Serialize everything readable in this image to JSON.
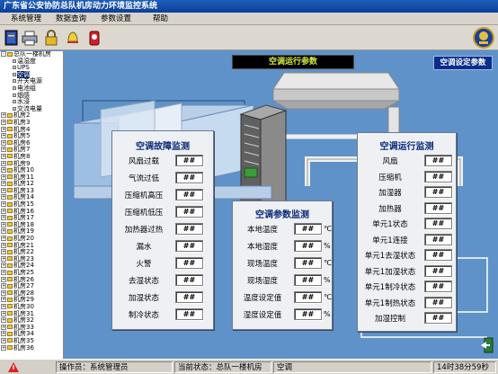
{
  "window": {
    "title": "广东省公安协防总队机房动力环境监控系统"
  },
  "menu": [
    "系统管理",
    "数据查询",
    "参数设置",
    "帮助"
  ],
  "toolbar": [
    {
      "name": "book-icon"
    },
    {
      "name": "printer-icon"
    },
    {
      "name": "lock-icon"
    },
    {
      "name": "alarm-bell-icon"
    },
    {
      "name": "power-icon"
    }
  ],
  "tree": [
    {
      "label": "总队一楼机房",
      "indent": 0,
      "exp": "-",
      "icon": "folder"
    },
    {
      "label": "温湿度",
      "indent": 1,
      "icon": "doc"
    },
    {
      "label": "UPS",
      "indent": 1,
      "icon": "doc"
    },
    {
      "label": "空调",
      "indent": 1,
      "icon": "doc",
      "selected": true
    },
    {
      "label": "开关电源",
      "indent": 1,
      "icon": "doc"
    },
    {
      "label": "电池组",
      "indent": 1,
      "icon": "doc"
    },
    {
      "label": "烟感",
      "indent": 1,
      "icon": "doc"
    },
    {
      "label": "水浸",
      "indent": 1,
      "icon": "doc"
    },
    {
      "label": "交流电量",
      "indent": 1,
      "icon": "doc"
    },
    {
      "label": "机房2",
      "indent": 0,
      "exp": "+",
      "icon": "folder"
    },
    {
      "label": "机房3",
      "indent": 0,
      "exp": "+",
      "icon": "folder"
    },
    {
      "label": "机房4",
      "indent": 0,
      "exp": "+",
      "icon": "folder"
    },
    {
      "label": "机房5",
      "indent": 0,
      "exp": "+",
      "icon": "folder"
    },
    {
      "label": "机房6",
      "indent": 0,
      "exp": "+",
      "icon": "folder"
    },
    {
      "label": "机房7",
      "indent": 0,
      "exp": "+",
      "icon": "folder"
    },
    {
      "label": "机房8",
      "indent": 0,
      "exp": "+",
      "icon": "folder"
    },
    {
      "label": "机房9",
      "indent": 0,
      "exp": "+",
      "icon": "folder"
    },
    {
      "label": "机房10",
      "indent": 0,
      "exp": "+",
      "icon": "folder"
    },
    {
      "label": "机房11",
      "indent": 0,
      "exp": "+",
      "icon": "folder"
    },
    {
      "label": "机房12",
      "indent": 0,
      "exp": "+",
      "icon": "folder"
    },
    {
      "label": "机房13",
      "indent": 0,
      "exp": "+",
      "icon": "folder"
    },
    {
      "label": "机房14",
      "indent": 0,
      "exp": "+",
      "icon": "folder"
    },
    {
      "label": "机房15",
      "indent": 0,
      "exp": "+",
      "icon": "folder"
    },
    {
      "label": "机房16",
      "indent": 0,
      "exp": "+",
      "icon": "folder"
    },
    {
      "label": "机房17",
      "indent": 0,
      "exp": "+",
      "icon": "folder"
    },
    {
      "label": "机房18",
      "indent": 0,
      "exp": "+",
      "icon": "folder"
    },
    {
      "label": "机房19",
      "indent": 0,
      "exp": "+",
      "icon": "folder"
    },
    {
      "label": "机房20",
      "indent": 0,
      "exp": "+",
      "icon": "folder"
    },
    {
      "label": "机房21",
      "indent": 0,
      "exp": "+",
      "icon": "folder"
    },
    {
      "label": "机房22",
      "indent": 0,
      "exp": "+",
      "icon": "folder"
    },
    {
      "label": "机房23",
      "indent": 0,
      "exp": "+",
      "icon": "folder"
    },
    {
      "label": "机房24",
      "indent": 0,
      "exp": "+",
      "icon": "folder"
    },
    {
      "label": "机房25",
      "indent": 0,
      "exp": "+",
      "icon": "folder"
    },
    {
      "label": "机房26",
      "indent": 0,
      "exp": "+",
      "icon": "folder"
    },
    {
      "label": "机房27",
      "indent": 0,
      "exp": "+",
      "icon": "folder"
    },
    {
      "label": "机房28",
      "indent": 0,
      "exp": "+",
      "icon": "folder"
    },
    {
      "label": "机房29",
      "indent": 0,
      "exp": "+",
      "icon": "folder"
    },
    {
      "label": "机房30",
      "indent": 0,
      "exp": "+",
      "icon": "folder"
    },
    {
      "label": "机房31",
      "indent": 0,
      "exp": "+",
      "icon": "folder"
    },
    {
      "label": "机房32",
      "indent": 0,
      "exp": "+",
      "icon": "folder"
    },
    {
      "label": "机房33",
      "indent": 0,
      "exp": "+",
      "icon": "folder"
    },
    {
      "label": "机房34",
      "indent": 0,
      "exp": "+",
      "icon": "folder"
    },
    {
      "label": "机房35",
      "indent": 0,
      "exp": "+",
      "icon": "folder"
    },
    {
      "label": "机房36",
      "indent": 0,
      "exp": "+",
      "icon": "folder"
    }
  ],
  "banner": "空调运行参数",
  "settings_button": "空调设定参数",
  "fault_panel": {
    "title": "空调故障监测",
    "rows": [
      {
        "label": "风扇过载",
        "value": "##"
      },
      {
        "label": "气流过低",
        "value": "##"
      },
      {
        "label": "压缩机高压",
        "value": "##"
      },
      {
        "label": "压缩机低压",
        "value": "##"
      },
      {
        "label": "加热器过热",
        "value": "##"
      },
      {
        "label": "漏水",
        "value": "##"
      },
      {
        "label": "火警",
        "value": "##"
      },
      {
        "label": "去湿状态",
        "value": "##"
      },
      {
        "label": "加湿状态",
        "value": "##"
      },
      {
        "label": "制冷状态",
        "value": "##"
      }
    ]
  },
  "param_panel": {
    "title": "空调参数监测",
    "rows": [
      {
        "label": "本地温度",
        "value": "##",
        "unit": "℃"
      },
      {
        "label": "本地湿度",
        "value": "##",
        "unit": "%"
      },
      {
        "label": "现场温度",
        "value": "##",
        "unit": "℃"
      },
      {
        "label": "现场湿度",
        "value": "##",
        "unit": "%"
      },
      {
        "label": "温度设定值",
        "value": "##",
        "unit": "℃"
      },
      {
        "label": "湿度设定值",
        "value": "##",
        "unit": "%"
      }
    ]
  },
  "run_panel": {
    "title": "空调运行监测",
    "rows": [
      {
        "label": "风扇",
        "value": "##"
      },
      {
        "label": "压缩机",
        "value": "##"
      },
      {
        "label": "加湿器",
        "value": "##"
      },
      {
        "label": "加热器",
        "value": "##"
      },
      {
        "label": "单元1状态",
        "value": "##"
      },
      {
        "label": "单元1连接",
        "value": "##"
      },
      {
        "label": "单元1去湿状态",
        "value": "##"
      },
      {
        "label": "单元1加湿状态",
        "value": "##"
      },
      {
        "label": "单元1制冷状态",
        "value": "##"
      },
      {
        "label": "单元1制热状态",
        "value": "##"
      },
      {
        "label": "加湿控制",
        "value": "##"
      }
    ]
  },
  "statusbar": {
    "operator": "操作员：系统管理员",
    "location": "当前状态：总队一楼机房",
    "device": "空调",
    "time": "14时38分59秒"
  },
  "colors": {
    "background": "#5f92c8",
    "title_text": "#0b2a7a",
    "banner_text": "#d8e840"
  }
}
